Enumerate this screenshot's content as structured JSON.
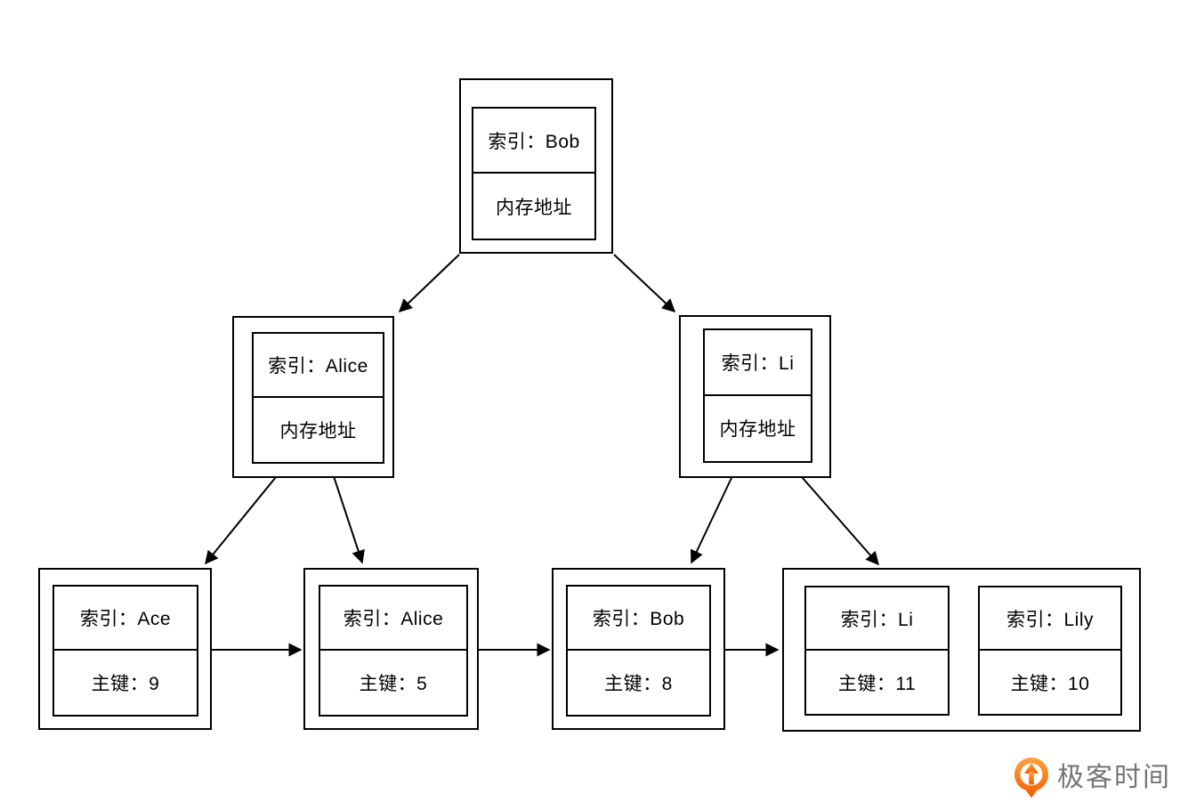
{
  "nodes": {
    "root": {
      "row1": "索引：Bob",
      "row2": "内存地址"
    },
    "alice": {
      "row1": "索引：Alice",
      "row2": "内存地址"
    },
    "li": {
      "row1": "索引：Li",
      "row2": "内存地址"
    },
    "leaf_ace": {
      "row1": "索引：Ace",
      "row2": "主键：9"
    },
    "leaf_alice": {
      "row1": "索引：Alice",
      "row2": "主键：5"
    },
    "leaf_bob": {
      "row1": "索引：Bob",
      "row2": "主键：8"
    },
    "leaf_li": {
      "row1": "索引：Li",
      "row2": "主键：11"
    },
    "leaf_lily": {
      "row1": "索引：Lily",
      "row2": "主键：10"
    }
  },
  "branding": {
    "logo_text": "极客时间",
    "logo_orange_top": "#ffa23e",
    "logo_orange_bottom": "#f25b02",
    "logo_text_color": "#757575"
  },
  "diagram": {
    "line_color": "#000000",
    "background": "#ffffff"
  }
}
